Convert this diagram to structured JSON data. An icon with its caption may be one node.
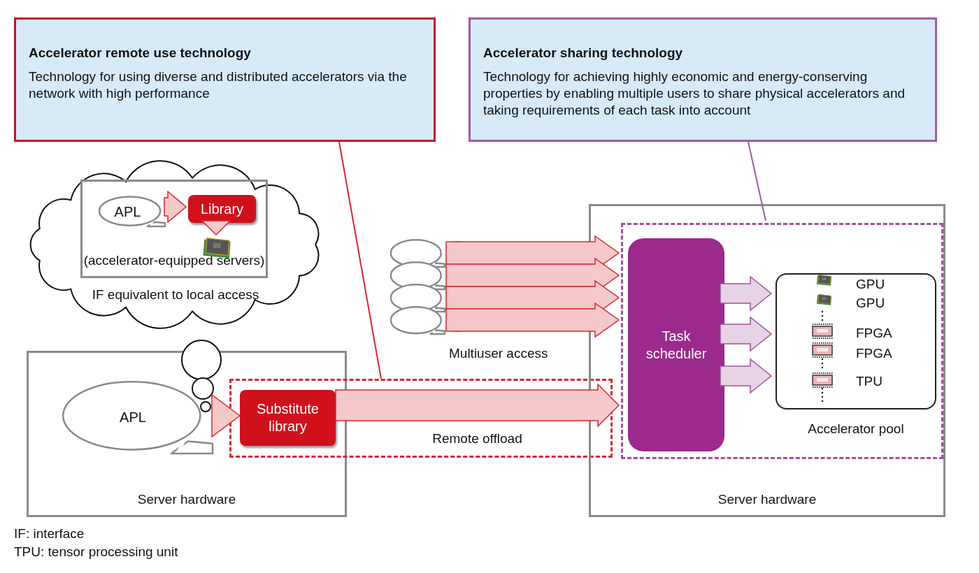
{
  "diagram": {
    "nodes": [
      {
        "text": [
          "Accelerator remote use technology",
          "Technology for using diverse and distributed accelerators via the network with high performance"
        ]
      },
      {
        "text": [
          "Accelerator sharing technology",
          "Technology for achieving highly economic and energy-conserving properties by enabling multiple users to share physical accelerators and taking requirements of each task into account"
        ]
      },
      {
        "text": [
          "IF equivalent to local access"
        ]
      },
      {
        "text": [
          "(accelerator-equipped servers)"
        ],
        "in": 2
      },
      {
        "text": [
          "APL"
        ],
        "in": 3
      },
      {
        "text": [
          "Library"
        ],
        "in": 3
      },
      {
        "text": [],
        "shape": "picture",
        "in": 3
      },
      {
        "text": [
          "Server hardware"
        ]
      },
      {
        "text": [
          "APL"
        ],
        "in": 7
      },
      {
        "text": [],
        "shape": "box"
      },
      {
        "text": [
          "Substitute library"
        ]
      },
      {
        "text": [],
        "shape": "bubble"
      },
      {
        "text": [],
        "shape": "bubble"
      },
      {
        "text": [],
        "shape": "bubble"
      },
      {
        "text": [],
        "shape": "bubble"
      },
      {
        "text": [
          "Server hardware"
        ]
      },
      {
        "text": [],
        "shape": "box",
        "in": 15
      },
      {
        "text": [
          "Task scheduler"
        ],
        "in": 16
      },
      {
        "text": [],
        "shape": "box",
        "in": 16,
        "beside": [
          "Accelerator pool"
        ]
      }
    ],
    "edges": [
      {
        "from": 4,
        "to": 5,
        "arrow": "to",
        "style": "thick",
        "color": "#d7282f"
      },
      {
        "from": 5,
        "to": 6,
        "arrow": "to",
        "style": "thick",
        "color": "#d7282f"
      },
      {
        "from": 8,
        "to": 10,
        "arrow": "to",
        "style": "thick",
        "color": "#d7282f"
      },
      {
        "from": 10,
        "to": 16,
        "arrow": "to",
        "style": "thick",
        "color": "#d7282f",
        "label": "Remote offload"
      },
      {
        "from": 11,
        "to": 16,
        "arrow": "to",
        "style": "thick",
        "color": "#d7282f"
      },
      {
        "from": 12,
        "to": 16,
        "arrow": "to",
        "style": "thick",
        "color": "#d7282f"
      },
      {
        "from": 13,
        "to": 16,
        "arrow": "to",
        "style": "thick",
        "color": "#d7282f"
      },
      {
        "from": 14,
        "to": 16,
        "arrow": "to",
        "style": "thick",
        "color": "#d7282f"
      },
      {
        "from": 17,
        "to": 18,
        "arrow": "to",
        "style": "thick",
        "color": "#a0509a"
      },
      {
        "from": 17,
        "to": 18,
        "arrow": "to",
        "style": "thick",
        "color": "#a0509a"
      },
      {
        "from": 17,
        "to": 18,
        "arrow": "to",
        "style": "thick",
        "color": "#a0509a"
      },
      {
        "from": 0,
        "to": 9,
        "arrow": "none",
        "color": "#d7282f"
      },
      {
        "from": 1,
        "to": 16,
        "arrow": "none",
        "color": "#a05aa8"
      }
    ],
    "labels": [
      "Multiuser access",
      "GPU",
      "GPU",
      "FPGA",
      "FPGA",
      "TPU",
      "IF: interface",
      "TPU: tensor processing unit"
    ]
  }
}
